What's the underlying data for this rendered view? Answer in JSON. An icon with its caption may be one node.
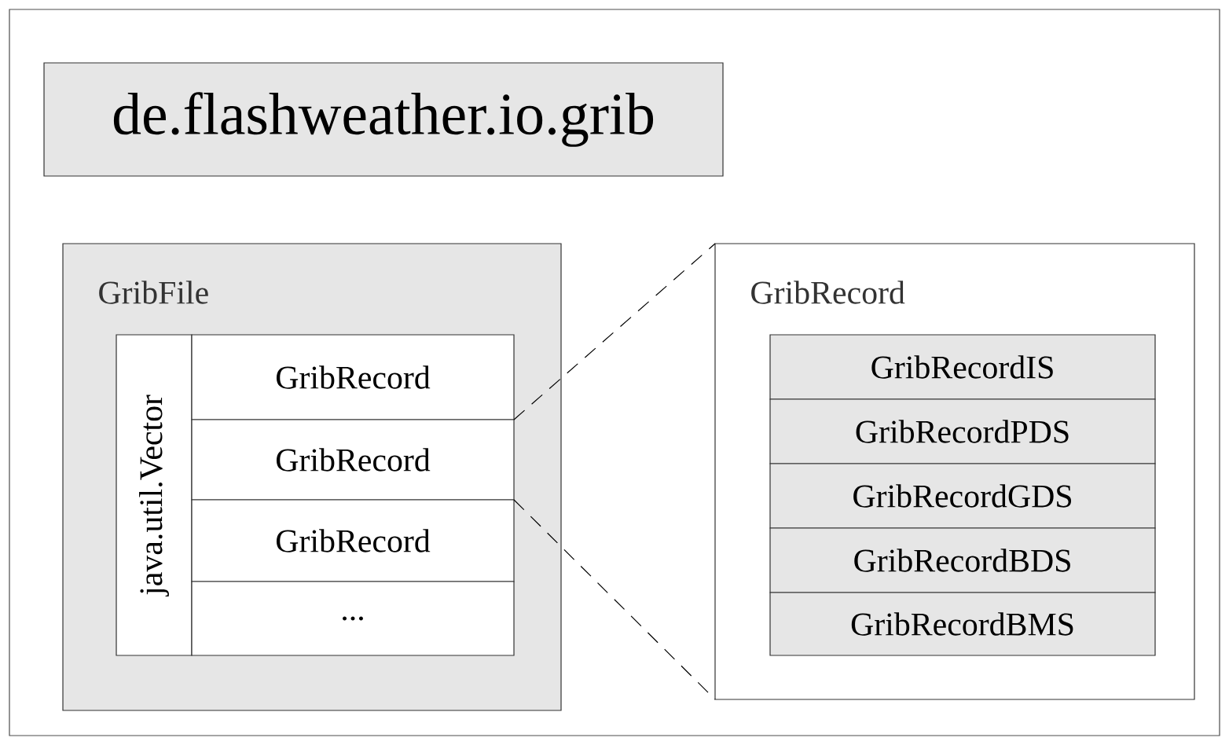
{
  "diagram": {
    "nodes": [
      {
        "text": [
          "de.flashweather.io.grib"
        ]
      },
      {
        "text": [
          "GribFile"
        ]
      },
      {
        "text": [
          "java.util.Vector"
        ],
        "in": 1
      },
      {
        "text": [
          "GribRecord"
        ],
        "in": 1
      },
      {
        "text": [
          "GribRecord"
        ],
        "in": 1
      },
      {
        "text": [
          "GribRecord"
        ],
        "in": 1
      },
      {
        "text": [
          "..."
        ],
        "in": 1
      },
      {
        "text": [
          "GribRecord"
        ]
      },
      {
        "text": [
          "GribRecordIS"
        ],
        "in": 7
      },
      {
        "text": [
          "GribRecordPDS"
        ],
        "in": 7
      },
      {
        "text": [
          "GribRecordGDS"
        ],
        "in": 7
      },
      {
        "text": [
          "GribRecordBDS"
        ],
        "in": 7
      },
      {
        "text": [
          "GribRecordBMS"
        ],
        "in": 7
      }
    ],
    "edges": [
      {
        "from": 4,
        "to": 7,
        "arrow": "none",
        "style": "dashed"
      },
      {
        "from": 4,
        "to": 7,
        "arrow": "none",
        "style": "dashed"
      }
    ]
  }
}
